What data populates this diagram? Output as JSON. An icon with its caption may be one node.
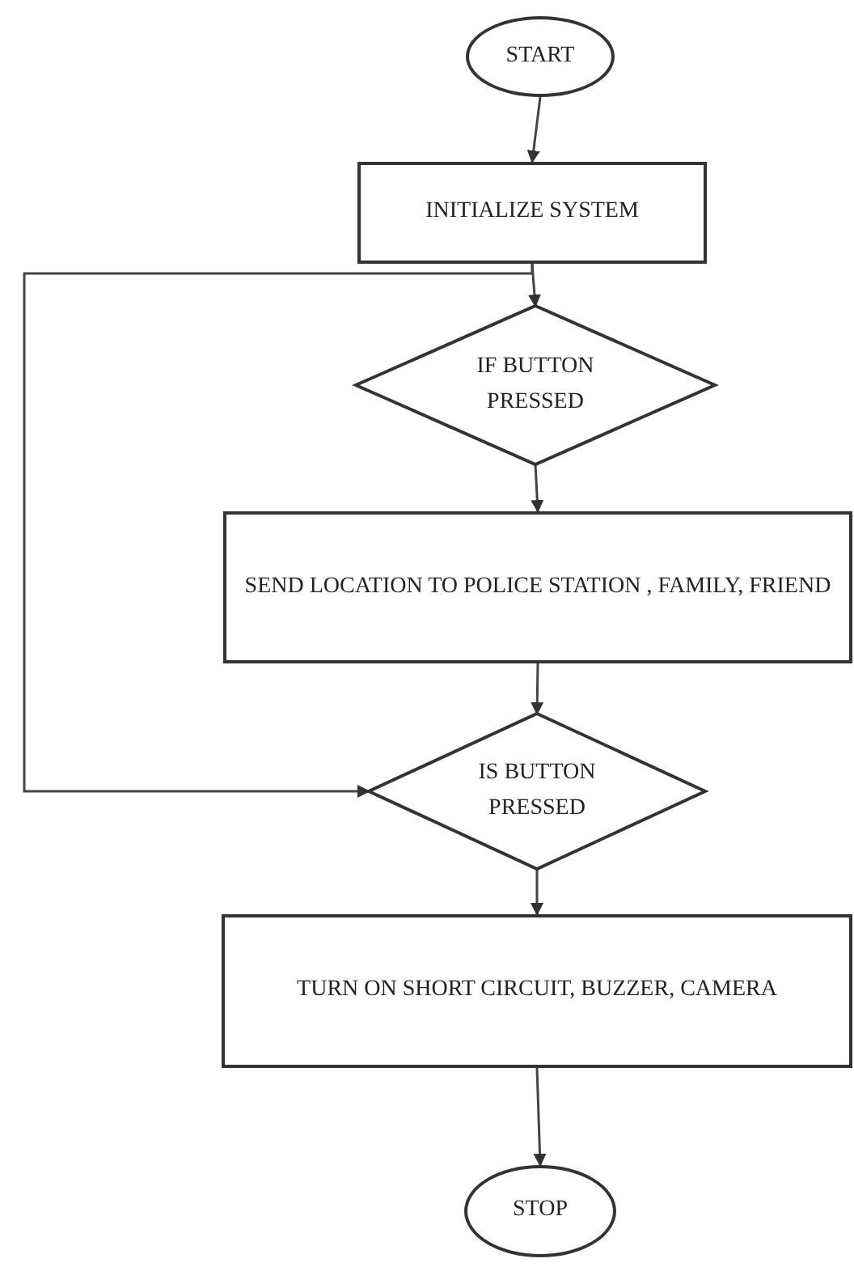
{
  "diagram": {
    "nodes": [
      {
        "text": [
          "START"
        ]
      },
      {
        "text": [
          "INITIALIZE SYSTEM"
        ]
      },
      {
        "text": [
          "IF BUTTON PRESSED"
        ]
      },
      {
        "text": [
          "SEND LOCATION TO POLICE STATION , FAMILY, FRIEND"
        ]
      },
      {
        "text": [
          "IS BUTTON PRESSED"
        ]
      },
      {
        "text": [
          "TURN ON SHORT CIRCUIT, BUZZER, CAMERA"
        ]
      },
      {
        "text": [
          "STOP"
        ]
      }
    ],
    "edges": [
      {
        "from": 0,
        "to": 1,
        "arrow": "to"
      },
      {
        "from": 1,
        "to": 2,
        "arrow": "to"
      },
      {
        "from": 2,
        "to": 3,
        "arrow": "to"
      },
      {
        "from": 3,
        "to": 4,
        "arrow": "to"
      },
      {
        "from": 1,
        "to": 4,
        "arrow": "to"
      },
      {
        "from": 4,
        "to": 5,
        "arrow": "to"
      },
      {
        "from": 5,
        "to": 6,
        "arrow": "to"
      }
    ]
  }
}
